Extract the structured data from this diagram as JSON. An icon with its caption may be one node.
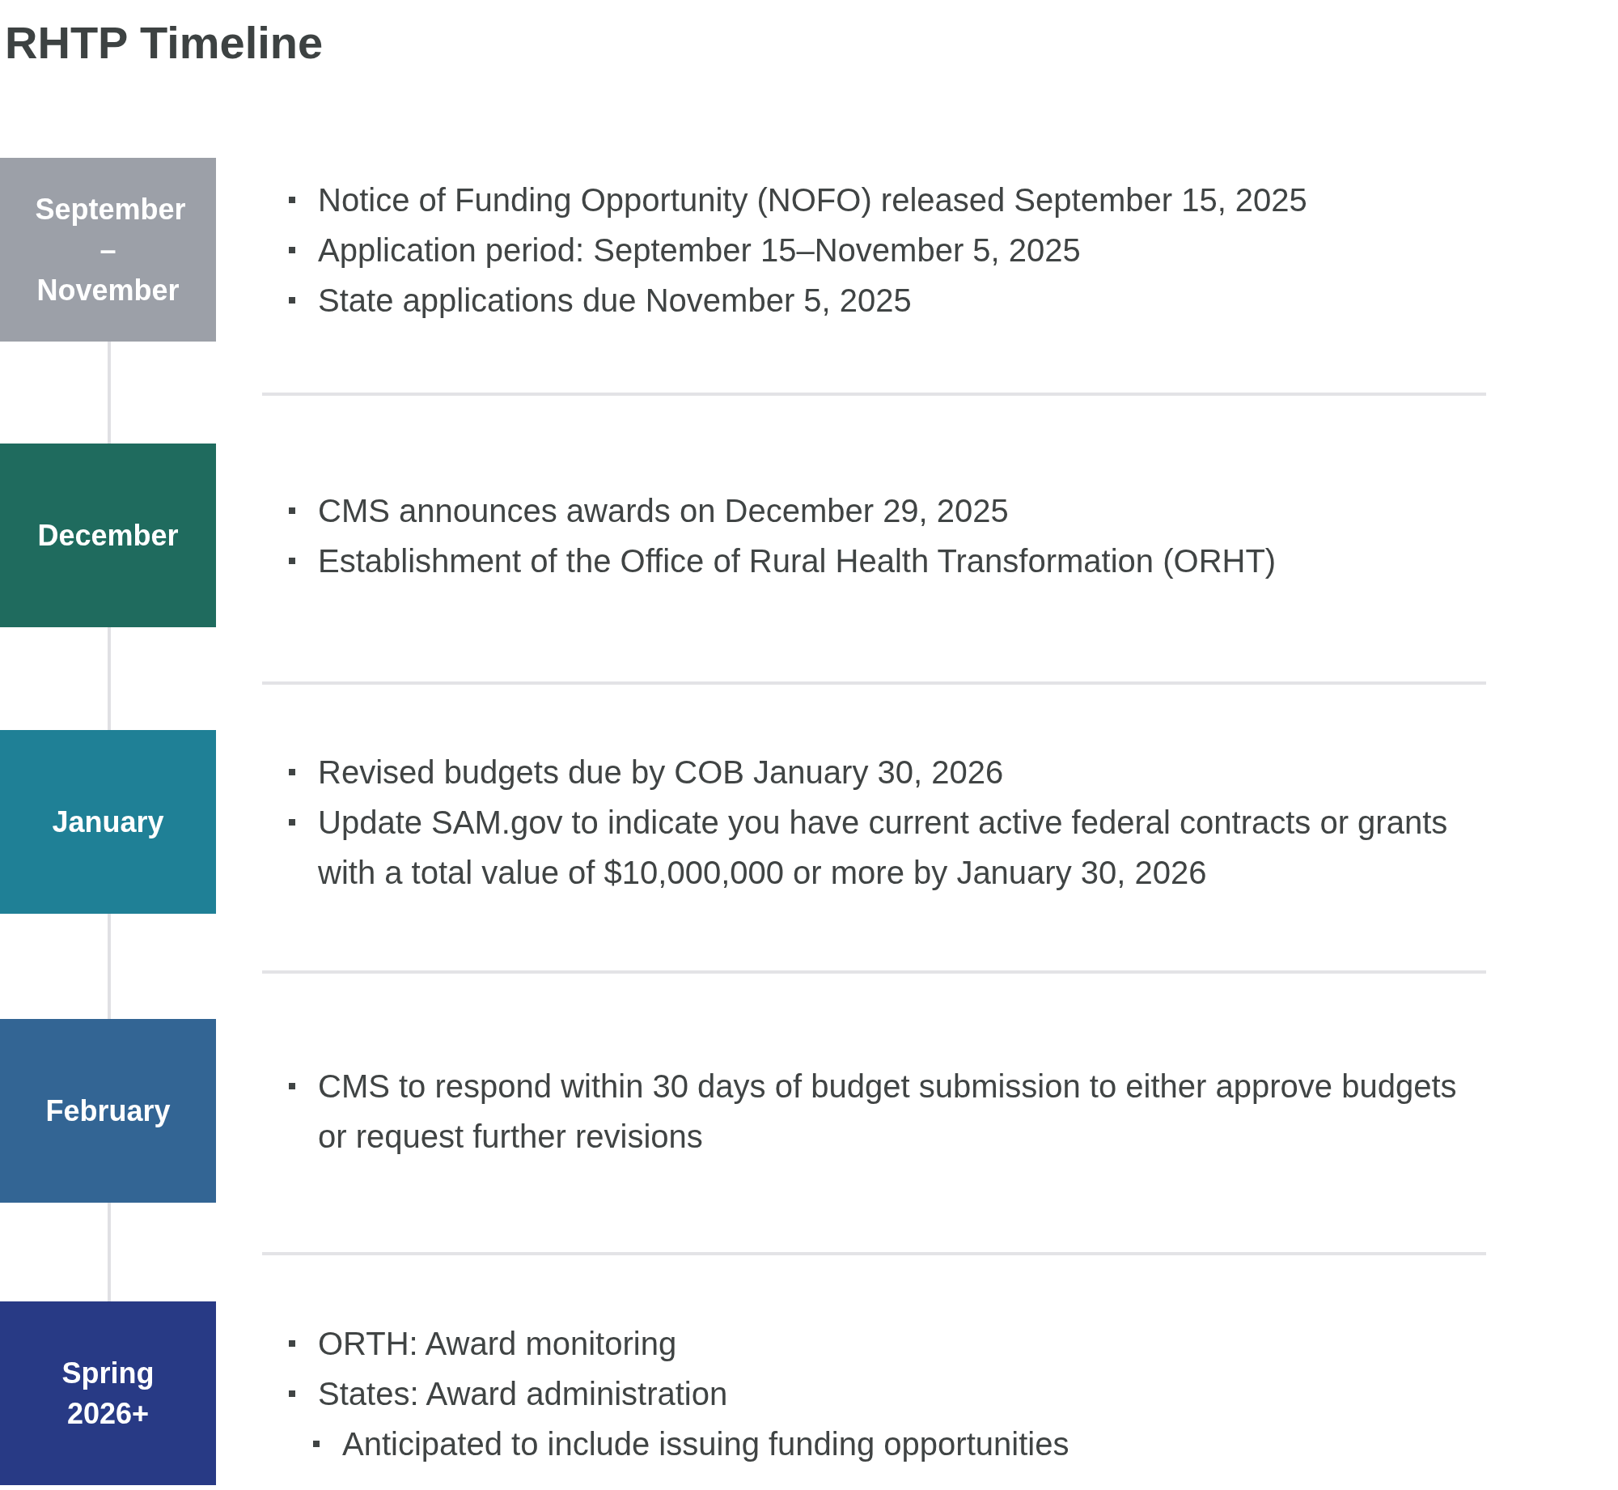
{
  "diagram": {
    "title": "RHTP Timeline",
    "nodes": [
      {
        "text": [
          "September – November"
        ],
        "beside": [
          "Notice of Funding Opportunity (NOFO) released September 15, 2025",
          "Application period: September 15–November 5, 2025",
          "State applications due November 5, 2025"
        ]
      },
      {
        "text": [
          "December"
        ],
        "beside": [
          "CMS announces awards on December 29, 2025",
          "Establishment of the Office of Rural Health Transformation (ORHT)"
        ]
      },
      {
        "text": [
          "January"
        ],
        "beside": [
          "Revised budgets due by COB January 30, 2026",
          "Update SAM.gov to indicate you have current active federal contracts or grants with a total value of $10,000,000 or more by January 30, 2026"
        ]
      },
      {
        "text": [
          "February"
        ],
        "beside": [
          "CMS to respond within 30 days of budget submission to either approve budgets or request further revisions"
        ]
      },
      {
        "text": [
          "Spring 2026+"
        ],
        "beside": [
          "ORTH: Award monitoring",
          "States: Award administration",
          "Anticipated to include issuing funding opportunities"
        ]
      }
    ],
    "edges": [
      {
        "from": 0,
        "to": 1,
        "arrow": "none"
      },
      {
        "from": 1,
        "to": 2,
        "arrow": "none"
      },
      {
        "from": 2,
        "to": 3,
        "arrow": "none"
      },
      {
        "from": 3,
        "to": 4,
        "arrow": "none"
      }
    ]
  }
}
